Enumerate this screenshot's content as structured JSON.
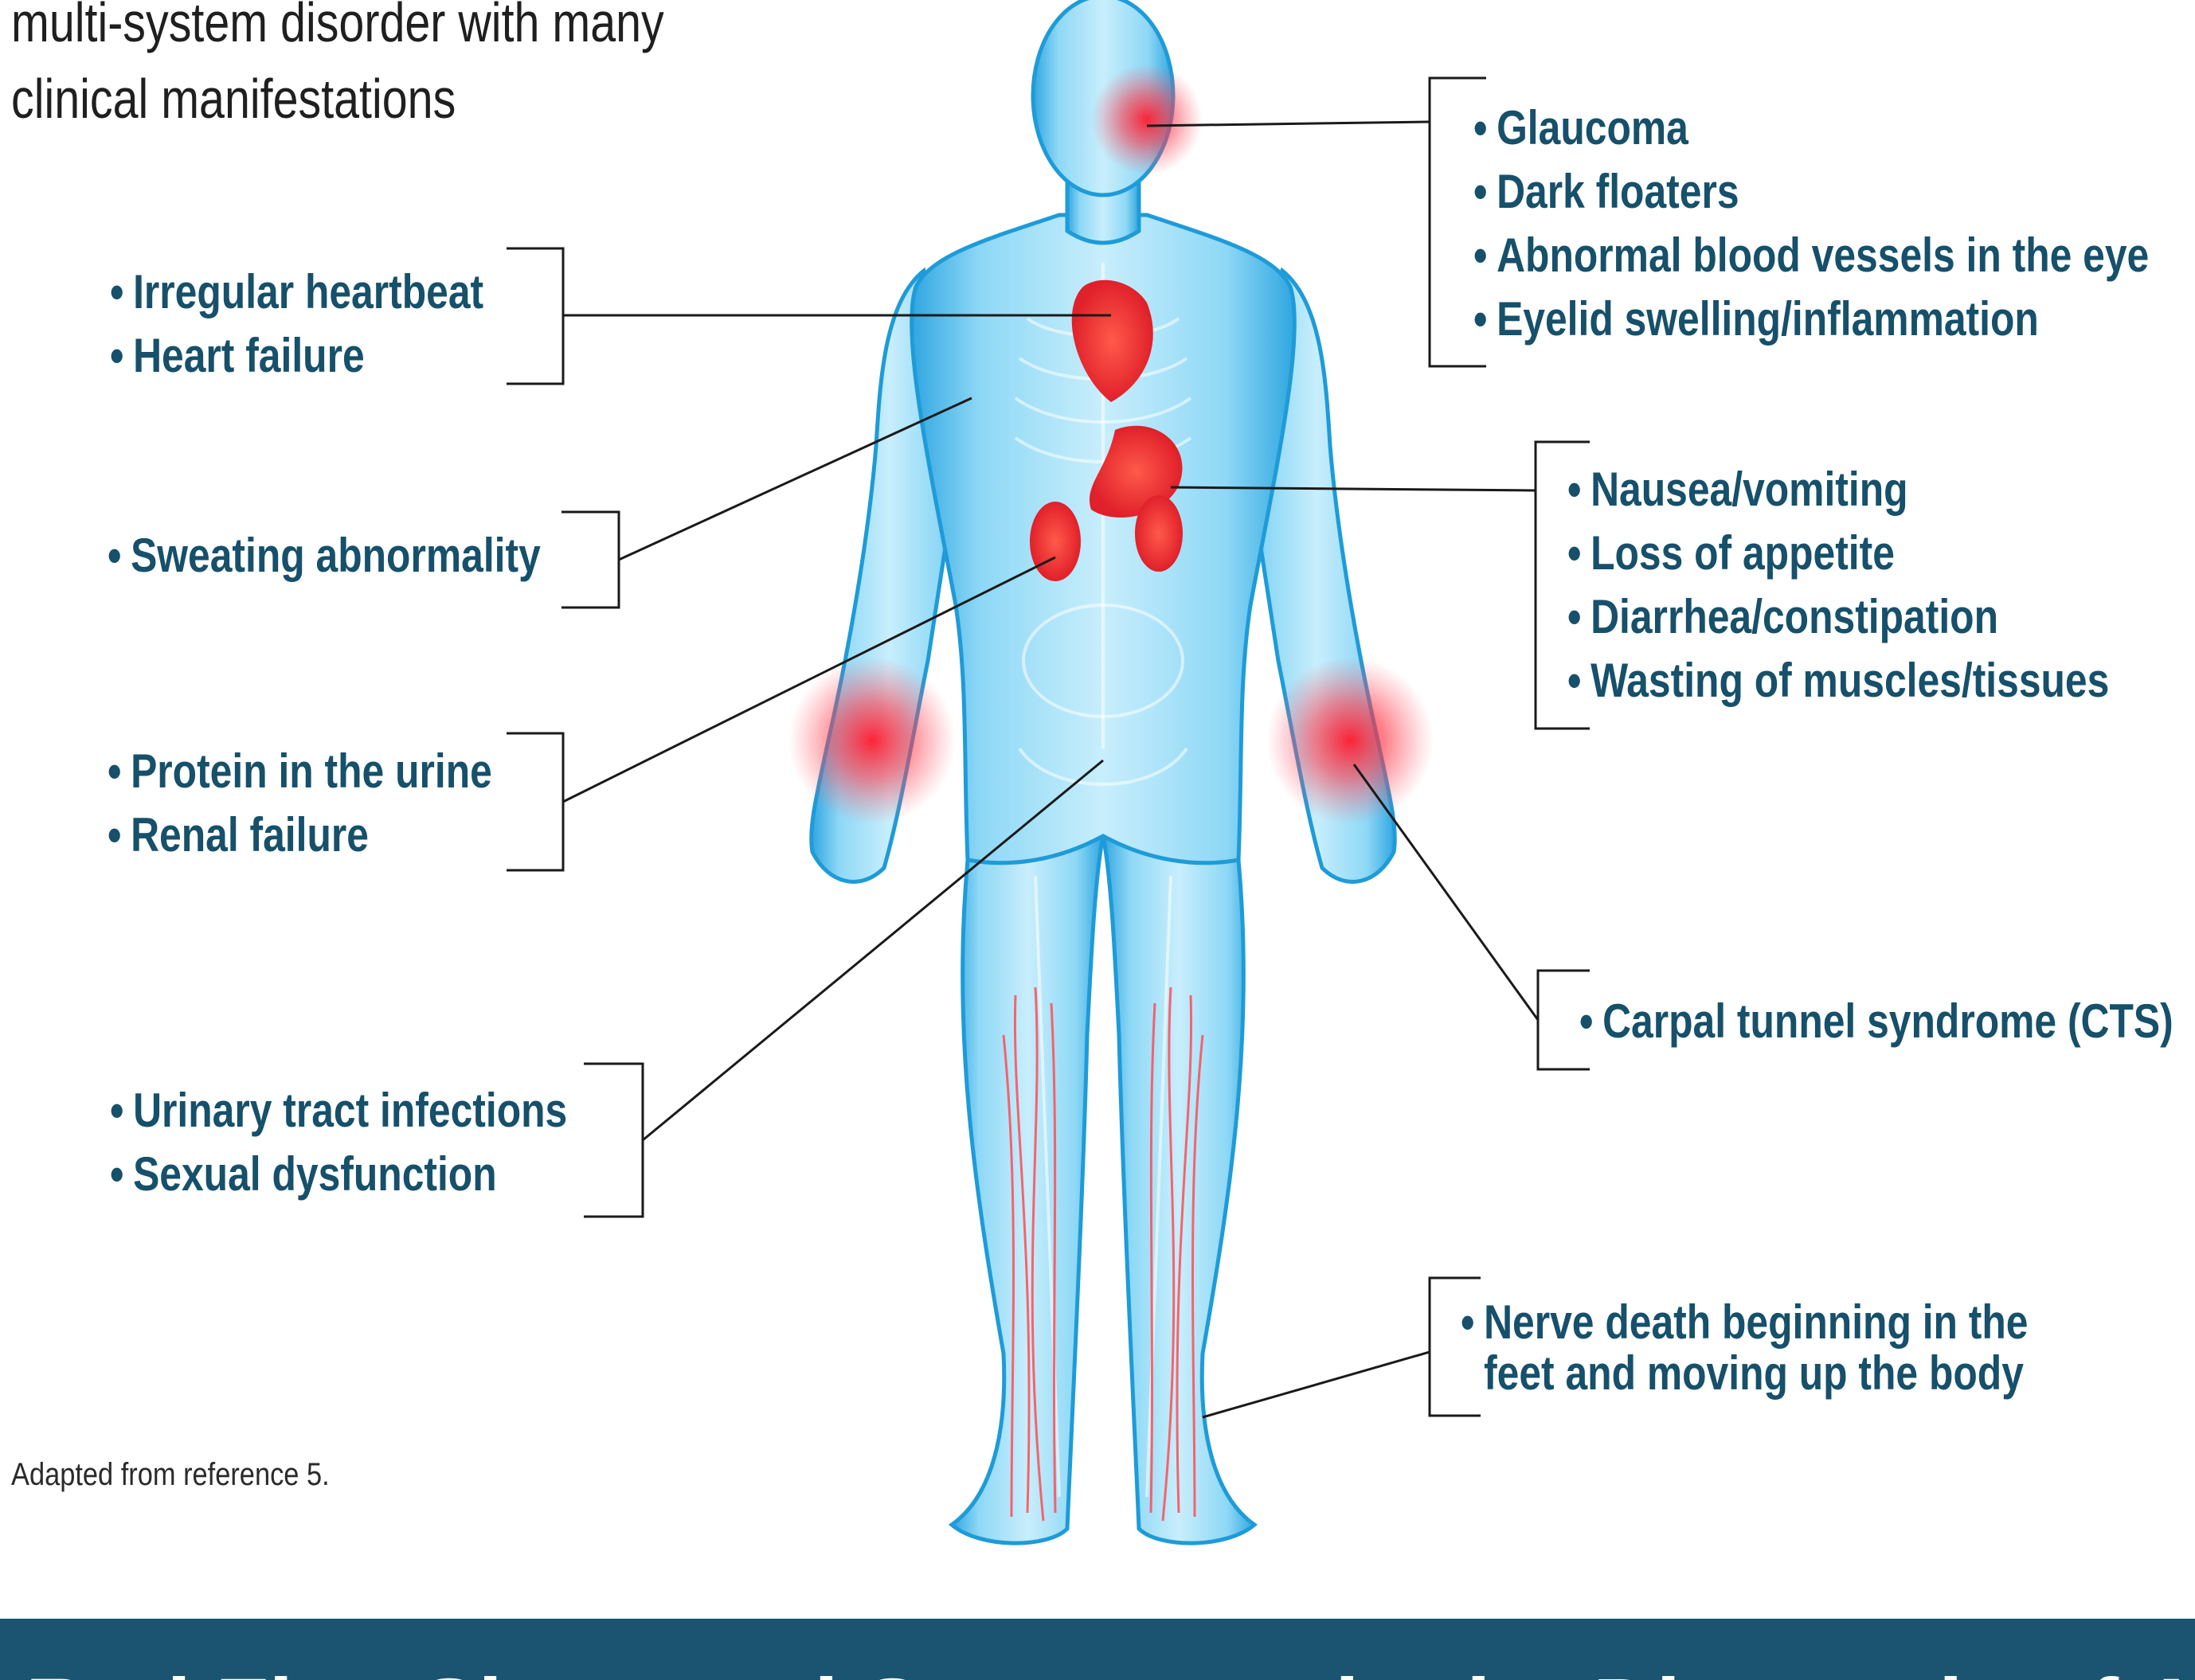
{
  "intro": {
    "line1": "multi-system disorder with many",
    "line2": "clinical manifestations"
  },
  "groups": {
    "heart": [
      "Irregular heartbeat",
      "Heart failure"
    ],
    "sweat": [
      "Sweating abnormality"
    ],
    "kidney": [
      "Protein in the urine",
      "Renal failure"
    ],
    "urinary": [
      "Urinary tract infections",
      "Sexual dysfunction"
    ],
    "eye": [
      "Glaucoma",
      "Dark floaters",
      "Abnormal blood vessels in the eye",
      "Eyelid swelling/inflammation"
    ],
    "gut": [
      "Nausea/vomiting",
      "Loss of appetite",
      "Diarrhea/constipation",
      "Wasting of muscles/tissues"
    ],
    "wrist": [
      "Carpal tunnel syndrome (CTS)"
    ],
    "nerve": [
      "Nerve death beginning in the",
      "feet and moving up the body"
    ]
  },
  "credit": "Adapted from reference 5.",
  "footer": {
    "title": "Red Flag Signs and Symptoms in the Diagnosis of ATTR"
  },
  "colors": {
    "body": "#45b9ea",
    "inflammation": "#ff1a2e",
    "text_blue": "#16506b",
    "footer_bg": "#1b5471"
  }
}
